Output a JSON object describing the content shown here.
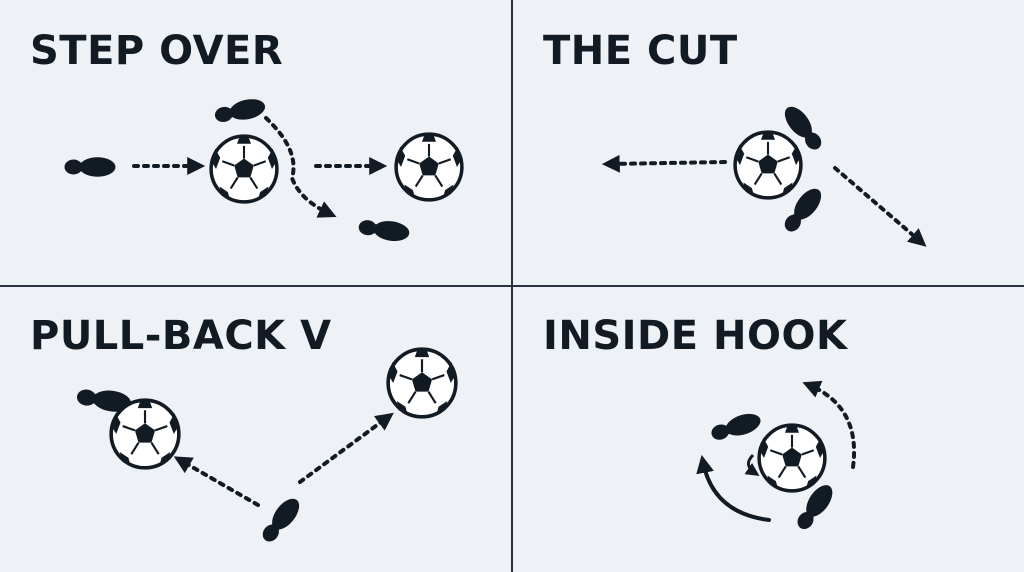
{
  "panels": [
    {
      "title": "STEP OVER"
    },
    {
      "title": "THE CUT"
    },
    {
      "title": "PULL-BACK V"
    },
    {
      "title": "INSIDE HOOK"
    }
  ],
  "colors": {
    "ink": "#121a24",
    "background": "#eef2f7",
    "ball_white": "#ffffff"
  },
  "icons": [
    "soccer-ball-icon",
    "footprint-icon",
    "dotted-arrow-icon",
    "curved-arrow-icon"
  ]
}
